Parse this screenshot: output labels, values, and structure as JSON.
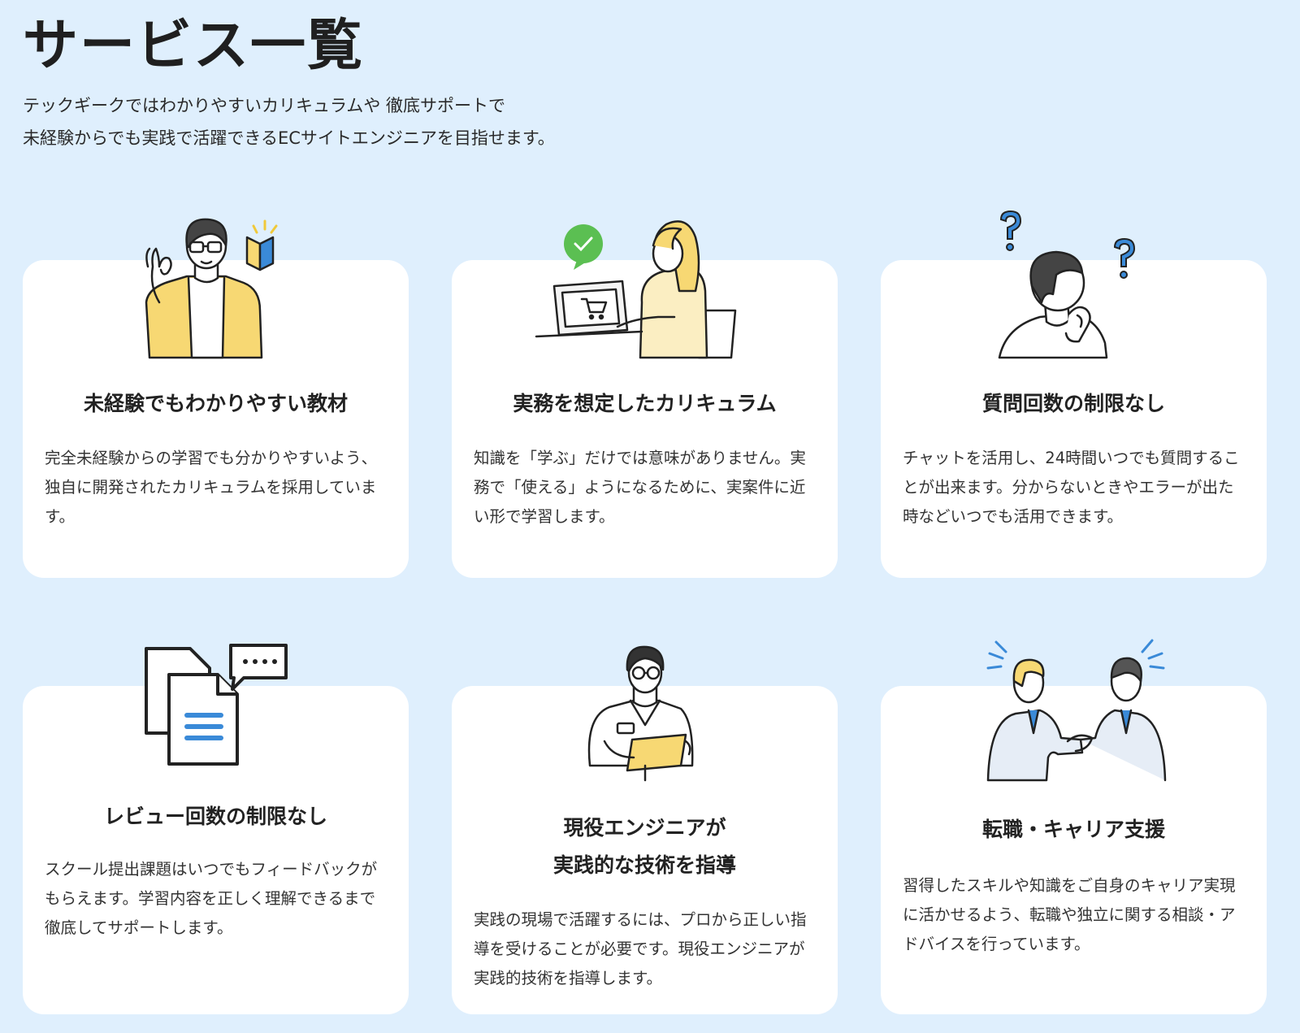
{
  "page": {
    "title": "サービス一覧",
    "lead_line1": "テックギークではわかりやすいカリキュラムや 徹底サポートで",
    "lead_line2": "未経験からでも実践で活躍できるECサイトエンジニアを目指せます。"
  },
  "cards": [
    {
      "icon": "beginner-person-icon",
      "title_line1": "未経験でもわかりやすい教材",
      "text": "完全未経験からの学習でも分かりやすいよう、独自に開発されたカリキュラムを採用しています。"
    },
    {
      "icon": "laptop-cart-icon",
      "title_line1": "実務を想定したカリキュラム",
      "text": "知識を「学ぶ」だけでは意味がありません。実務で「使える」ようになるために、実案件に近い形で学習します。"
    },
    {
      "icon": "thinking-person-icon",
      "title_line1": "質問回数の制限なし",
      "text": "チャットを活用し、24時間いつでも質問することが出来ます。分からないときやエラーが出た時などいつでも活用できます。"
    },
    {
      "icon": "documents-chat-icon",
      "title_line1": "レビュー回数の制限なし",
      "text": "スクール提出課題はいつでもフィードバックがもらえます。学習内容を正しく理解できるまで徹底してサポートします。"
    },
    {
      "icon": "engineer-tablet-icon",
      "title_line1": "現役エンジニアが",
      "title_line2": "実践的な技術を指導",
      "text": "実践の現場で活躍するには、プロから正しい指導を受けることが必要です。現役エンジニアが実践的技術を指導します。"
    },
    {
      "icon": "handshake-icon",
      "title_line1": "転職・キャリア支援",
      "text": "習得したスキルや知識をご自身のキャリア実現に活かせるよう、転職や独立に関する相談・アドバイスを行っています。"
    }
  ],
  "colors": {
    "background": "#dfeffd",
    "card": "#ffffff",
    "accent_yellow": "#f7d873",
    "accent_blue": "#3a8ad8",
    "accent_green": "#5bbf52"
  }
}
